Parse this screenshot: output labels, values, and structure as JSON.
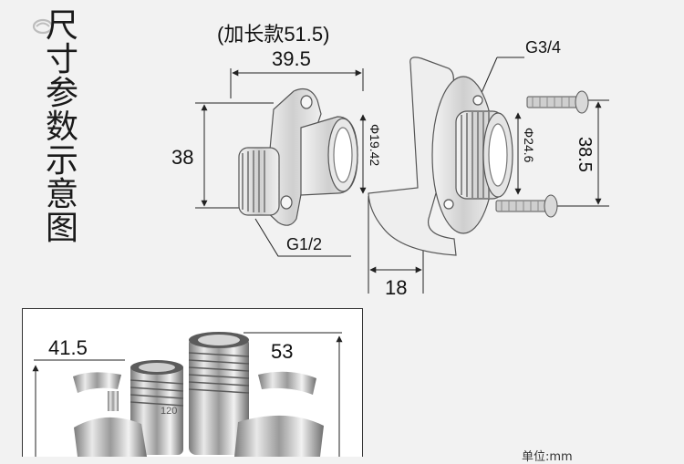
{
  "title_vertical": "尺寸参数示意图",
  "variant_note": "(加长款51.5)",
  "dims": {
    "width_top": "39.5",
    "height_left": "38",
    "dia_small": "Φ19.42",
    "dia_large": "Φ24.6",
    "height_right": "38.5",
    "depth_bottom": "18",
    "thread_small": "G1/2",
    "thread_large": "G3/4"
  },
  "photo": {
    "dim_left": "41.5",
    "dim_right": "53",
    "engraving": "120"
  },
  "unit_note": "单位:mm",
  "colors": {
    "background": "#f2f2f2",
    "line": "#2a2a2a",
    "metal": "#c8c8c8",
    "photo_bg": "#ffffff"
  }
}
